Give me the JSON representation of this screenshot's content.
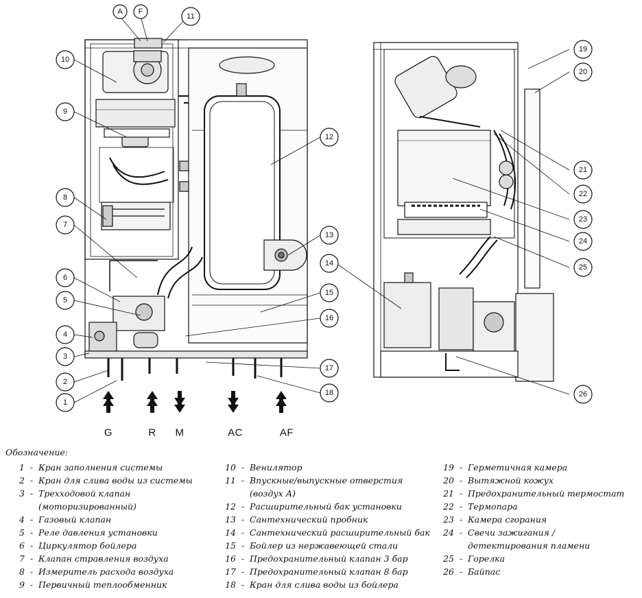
{
  "diagram": {
    "top_labels": [
      "A",
      "F"
    ],
    "inlet_labels": [
      "G",
      "R",
      "M",
      "AC",
      "AF"
    ],
    "callouts": [
      "1",
      "2",
      "3",
      "4",
      "5",
      "6",
      "7",
      "8",
      "9",
      "10",
      "11",
      "12",
      "13",
      "14",
      "15",
      "16",
      "17",
      "18",
      "19",
      "20",
      "21",
      "22",
      "23",
      "24",
      "25",
      "26"
    ]
  },
  "legend": {
    "title": "Обозначение:",
    "items": [
      {
        "num": "1",
        "text": "Кран заполнения системы"
      },
      {
        "num": "2",
        "text": "Кран для слива воды из системы"
      },
      {
        "num": "3",
        "text": "Трехходовой клапан (моторизированный)"
      },
      {
        "num": "4",
        "text": "Газовый клапан"
      },
      {
        "num": "5",
        "text": "Реле давления установки"
      },
      {
        "num": "6",
        "text": "Циркулятор бойлера"
      },
      {
        "num": "7",
        "text": "Клапан стравления воздуха"
      },
      {
        "num": "8",
        "text": "Измеритель расхода воздуха"
      },
      {
        "num": "9",
        "text": "Первичный теплообменник"
      },
      {
        "num": "10",
        "text": "Венилятор"
      },
      {
        "num": "11",
        "text": "Впускные/выпускные отверстия (воздух А)"
      },
      {
        "num": "12",
        "text": "Расширительный бак установки"
      },
      {
        "num": "13",
        "text": "Сантехнический пробник"
      },
      {
        "num": "14",
        "text": "Сантехнический расширительный бак"
      },
      {
        "num": "15",
        "text": "Бойлер из нержавеющей стали"
      },
      {
        "num": "16",
        "text": "Предохранительный клапан 3 бар"
      },
      {
        "num": "17",
        "text": "Предохранительный клапан 8 бар"
      },
      {
        "num": "18",
        "text": "Кран для слива воды из бойлера"
      },
      {
        "num": "19",
        "text": "Герметичная камера"
      },
      {
        "num": "20",
        "text": "Вытяжной кожух"
      },
      {
        "num": "21",
        "text": "Предохранительный термостат"
      },
      {
        "num": "22",
        "text": "Термопара"
      },
      {
        "num": "23",
        "text": "Камера сгорания"
      },
      {
        "num": "24",
        "text": "Свечи зажигания / детектирования пламени"
      },
      {
        "num": "25",
        "text": "Горелка"
      },
      {
        "num": "26",
        "text": "Байпас"
      }
    ]
  }
}
